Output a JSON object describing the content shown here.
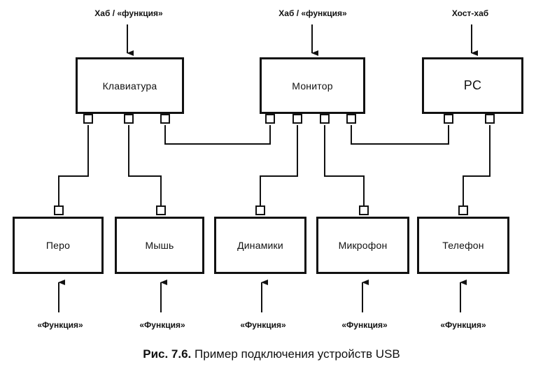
{
  "hubs": {
    "keyboard": {
      "label": "Клавиатура",
      "role": "Хаб / «функция»"
    },
    "monitor": {
      "label": "Монитор",
      "role": "Хаб / «функция»"
    },
    "pc": {
      "label": "PC",
      "role": "Хост-хаб"
    }
  },
  "devices": [
    {
      "label": "Перо",
      "role": "«Функция»"
    },
    {
      "label": "Мышь",
      "role": "«Функция»"
    },
    {
      "label": "Динамики",
      "role": "«Функция»"
    },
    {
      "label": "Микрофон",
      "role": "«Функция»"
    },
    {
      "label": "Телефон",
      "role": "«Функция»"
    }
  ],
  "caption": {
    "number": "Рис. 7.6.",
    "text": "Пример подключения устройств USB"
  }
}
